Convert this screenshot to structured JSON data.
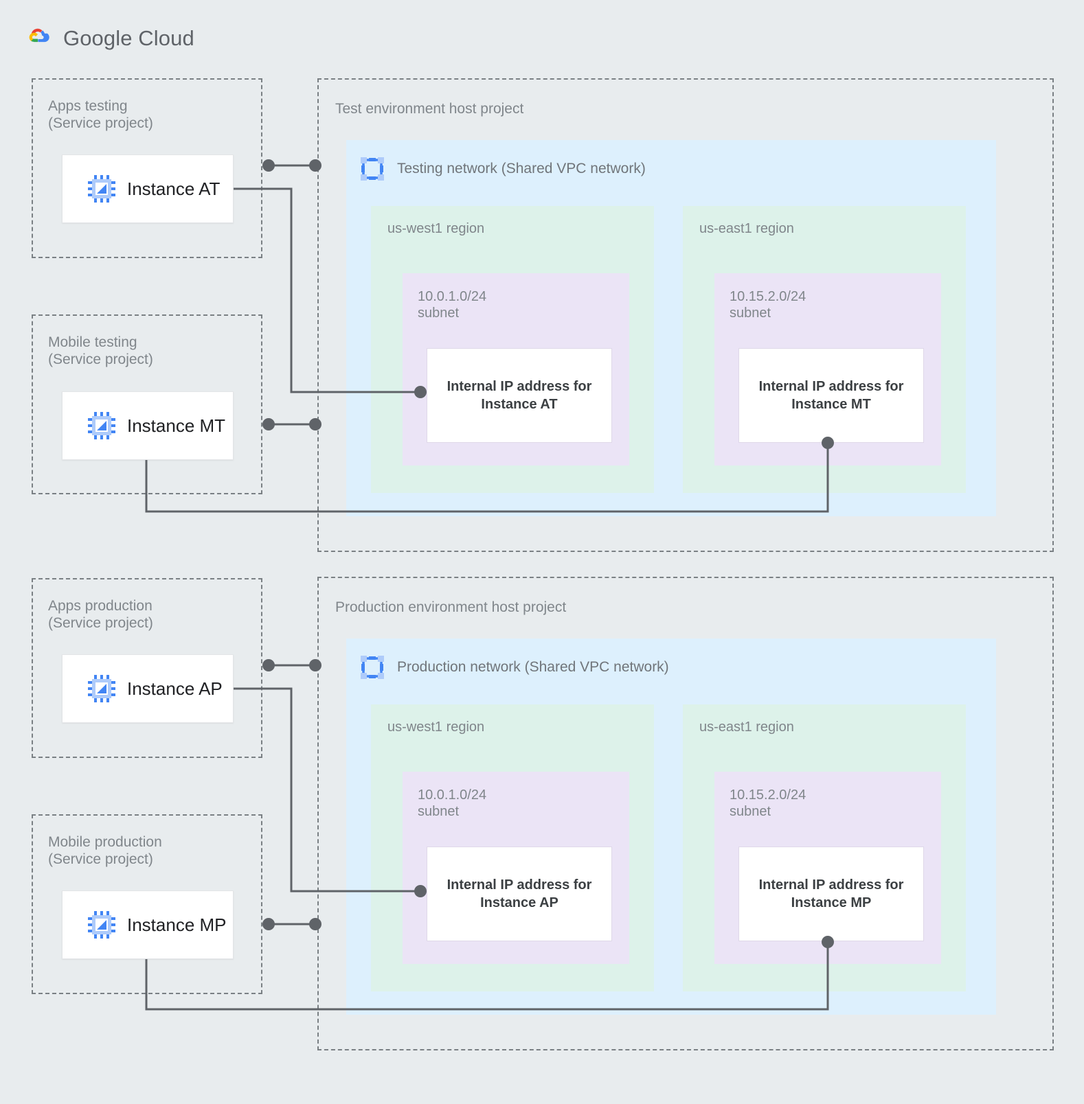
{
  "brand": {
    "name_part1": "Google",
    "name_part2": "Cloud",
    "logo_icon": "google-cloud-logo"
  },
  "service_projects": [
    {
      "id": "apps-testing",
      "title": "Apps testing\n(Service project)",
      "instance": {
        "label": "Instance AT",
        "icon": "vm-instance-icon"
      }
    },
    {
      "id": "mobile-testing",
      "title": "Mobile testing\n(Service project)",
      "instance": {
        "label": "Instance MT",
        "icon": "vm-instance-icon"
      }
    },
    {
      "id": "apps-production",
      "title": "Apps production\n(Service project)",
      "instance": {
        "label": "Instance AP",
        "icon": "vm-instance-icon"
      }
    },
    {
      "id": "mobile-production",
      "title": "Mobile production\n(Service project)",
      "instance": {
        "label": "Instance MP",
        "icon": "vm-instance-icon"
      }
    }
  ],
  "host_projects": [
    {
      "id": "test-env",
      "title": "Test environment host project",
      "network": {
        "label": "Testing network (Shared VPC network)",
        "icon": "vpc-network-icon"
      },
      "regions": [
        {
          "name": "us-west1 region",
          "subnet": {
            "cidr": "10.0.1.0/24\nsubnet",
            "ip_box": "Internal IP address for\nInstance AT"
          }
        },
        {
          "name": "us-east1 region",
          "subnet": {
            "cidr": "10.15.2.0/24\nsubnet",
            "ip_box": "Internal IP address for\nInstance MT"
          }
        }
      ]
    },
    {
      "id": "prod-env",
      "title": "Production environment host project",
      "network": {
        "label": "Production network (Shared VPC network)",
        "icon": "vpc-network-icon"
      },
      "regions": [
        {
          "name": "us-west1 region",
          "subnet": {
            "cidr": "10.0.1.0/24\nsubnet",
            "ip_box": "Internal IP address for\nInstance AP"
          }
        },
        {
          "name": "us-east1 region",
          "subnet": {
            "cidr": "10.15.2.0/24\nsubnet",
            "ip_box": "Internal IP address for\nInstance MP"
          }
        }
      ]
    }
  ],
  "colors": {
    "page_background": "#e8ecee",
    "vpc_network": "#ddf0fd",
    "region": "#ddf2ea",
    "subnet": "#ebe4f6",
    "box_white": "#ffffff",
    "connector": "#5f6368",
    "dashed_border": "#7a8084",
    "text_muted": "#80868b",
    "text_strong": "#3c4043",
    "vm_icon_blue": "#4285f4"
  }
}
